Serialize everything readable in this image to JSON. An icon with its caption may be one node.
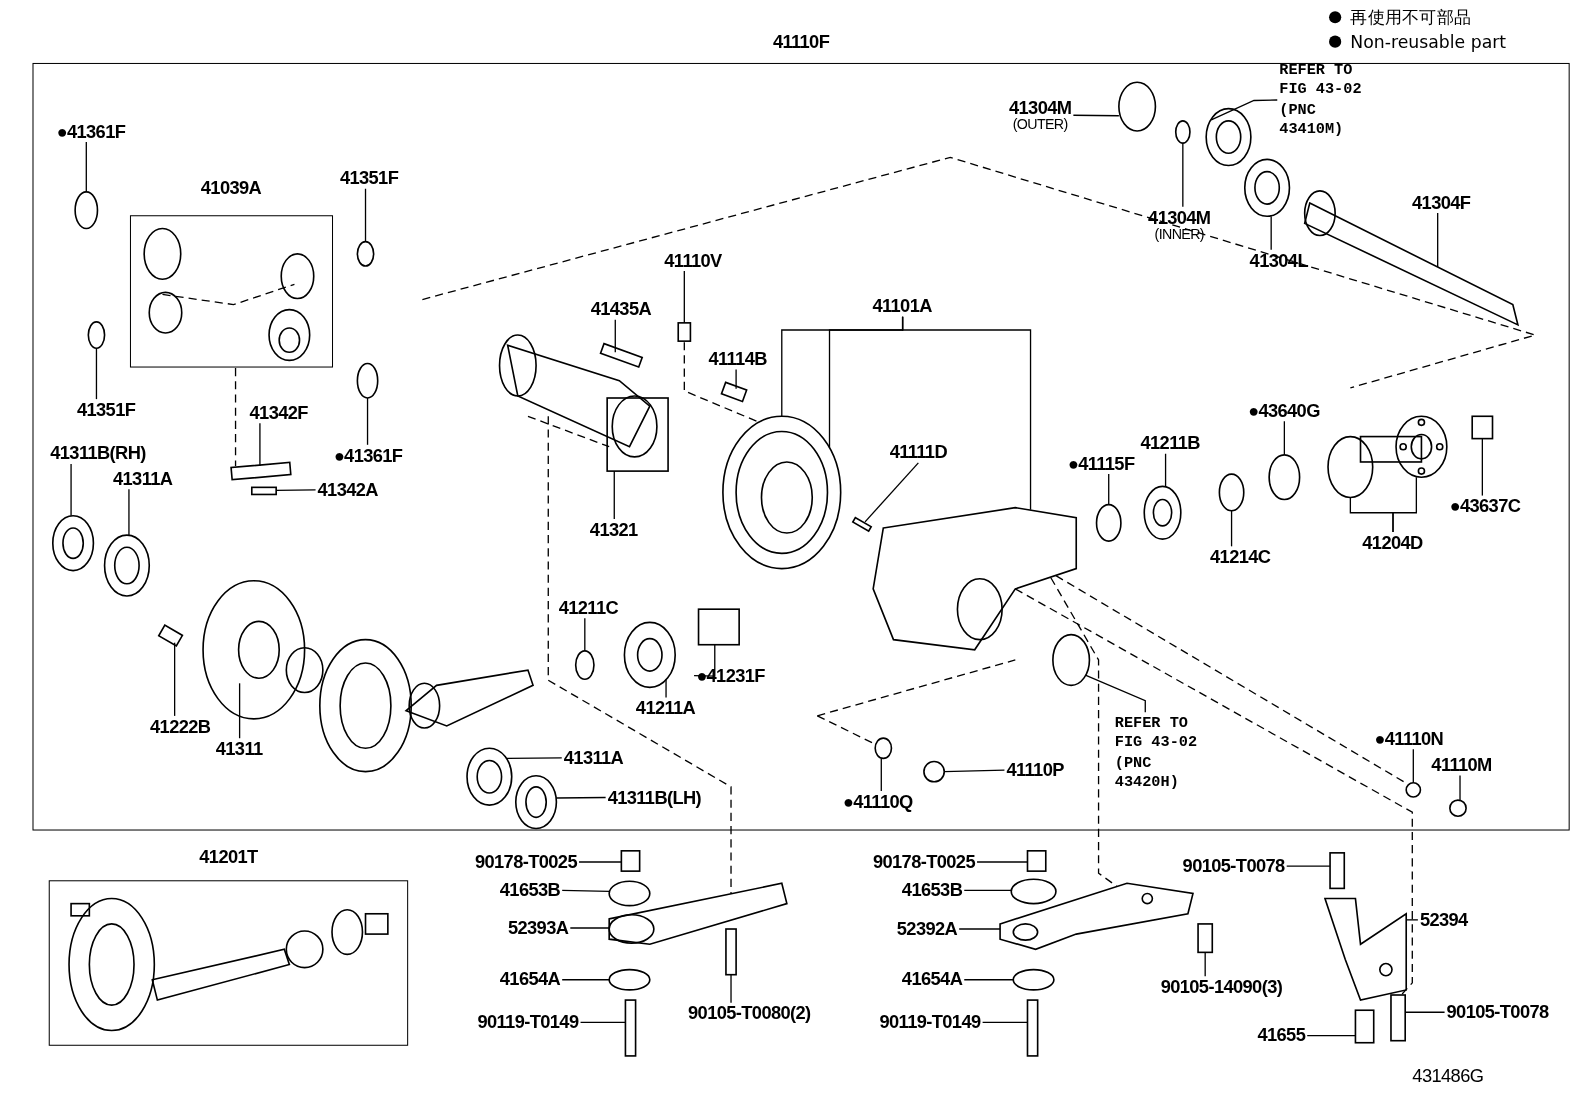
{
  "diagram": {
    "nodes": [
      {
        "text": [
          "41110F"
        ]
      },
      {
        "text": [
          "●41361F"
        ],
        "in": 0
      },
      {
        "text": [
          "41039A"
        ],
        "in": 0
      },
      {
        "text": [
          "41351F"
        ],
        "in": 0
      },
      {
        "text": [
          "41351F"
        ],
        "in": 0
      },
      {
        "text": [
          "41342F"
        ],
        "in": 0
      },
      {
        "text": [
          "●41361F"
        ],
        "in": 0
      },
      {
        "text": [
          "41311B(RH)"
        ],
        "in": 0
      },
      {
        "text": [
          "41311A"
        ],
        "in": 0
      },
      {
        "text": [
          "41342A"
        ],
        "in": 0
      },
      {
        "text": [
          "41222B"
        ],
        "in": 0
      },
      {
        "text": [
          "41311"
        ],
        "in": 0
      },
      {
        "text": [
          "41435A"
        ],
        "in": 0
      },
      {
        "text": [
          "41110V"
        ],
        "in": 0
      },
      {
        "text": [
          "41114B"
        ],
        "in": 0
      },
      {
        "text": [
          "41101A"
        ],
        "in": 0
      },
      {
        "text": [
          "41321"
        ],
        "in": 0
      },
      {
        "text": [
          "41111D"
        ],
        "in": 0
      },
      {
        "text": [
          "41304M",
          "(OUTER)"
        ],
        "in": 0
      },
      {
        "text": [
          "41304M",
          "(INNER)"
        ],
        "in": 0
      },
      {
        "text": [
          "REFER TO FIG 43-02 (PNC 43410M)"
        ],
        "in": 0
      },
      {
        "text": [
          "41304L"
        ],
        "in": 0
      },
      {
        "text": [
          "41304F"
        ],
        "in": 0
      },
      {
        "text": [
          "●43640G"
        ],
        "in": 0
      },
      {
        "text": [
          "41211B"
        ],
        "in": 0
      },
      {
        "text": [
          "●41115F"
        ],
        "in": 0
      },
      {
        "text": [
          "41214C"
        ],
        "in": 0
      },
      {
        "text": [
          "41204D"
        ],
        "in": 0
      },
      {
        "text": [
          "●43637C"
        ],
        "in": 0
      },
      {
        "text": [
          "41211C"
        ],
        "in": 0
      },
      {
        "text": [
          "●41231F"
        ],
        "in": 0
      },
      {
        "text": [
          "41211A"
        ],
        "in": 0
      },
      {
        "text": [
          "REFER TO FIG 43-02 (PNC 43420H)"
        ],
        "in": 0
      },
      {
        "text": [
          "●41110N"
        ],
        "in": 0
      },
      {
        "text": [
          "41110M"
        ],
        "in": 0
      },
      {
        "text": [
          "41110P"
        ],
        "in": 0
      },
      {
        "text": [
          "●41110Q"
        ],
        "in": 0
      },
      {
        "text": [
          "41311A"
        ],
        "in": 0
      },
      {
        "text": [
          "41311B(LH)"
        ],
        "in": 0
      },
      {
        "text": [
          "41201T"
        ]
      },
      {
        "text": [
          "90178-T0025"
        ]
      },
      {
        "text": [
          "41653B"
        ]
      },
      {
        "text": [
          "52393A"
        ]
      },
      {
        "text": [
          "41654A"
        ]
      },
      {
        "text": [
          "90119-T0149"
        ]
      },
      {
        "text": [
          "90105-T0080(2)"
        ]
      },
      {
        "text": [
          "90178-T0025"
        ]
      },
      {
        "text": [
          "41653B"
        ]
      },
      {
        "text": [
          "52392A"
        ]
      },
      {
        "text": [
          "41654A"
        ]
      },
      {
        "text": [
          "90119-T0149"
        ]
      },
      {
        "text": [
          "90105-14090(3)"
        ]
      },
      {
        "text": [
          "90105-T0078"
        ]
      },
      {
        "text": [
          "52394"
        ]
      },
      {
        "text": [
          "41655"
        ]
      },
      {
        "text": [
          "90105-T0078"
        ]
      },
      {
        "text": [],
        "shape": "circle",
        "in": 0
      },
      {
        "text": [],
        "shape": "circle",
        "in": 0
      },
      {
        "text": [],
        "shape": "circle",
        "in": 0
      },
      {
        "text": [],
        "shape": "box",
        "in": 0
      },
      {
        "text": [],
        "shape": "circle",
        "in": 0
      },
      {
        "text": [],
        "shape": "picture",
        "in": 0
      },
      {
        "text": [],
        "shape": "picture",
        "in": 0
      },
      {
        "text": [],
        "shape": "box",
        "in": 0
      },
      {
        "text": [],
        "shape": "box",
        "in": 0
      },
      {
        "text": [],
        "shape": "picture",
        "in": 0
      },
      {
        "text": [],
        "shape": "box",
        "in": 0
      },
      {
        "text": [],
        "shape": "box",
        "in": 0
      },
      {
        "text": [],
        "shape": "box",
        "in": 0
      },
      {
        "text": [],
        "shape": "picture",
        "in": 0
      },
      {
        "text": [],
        "shape": "picture",
        "in": 0
      },
      {
        "text": [],
        "shape": "box",
        "in": 0
      },
      {
        "text": [],
        "shape": "box",
        "in": 0
      },
      {
        "text": [],
        "shape": "circle",
        "in": 0
      },
      {
        "text": [],
        "shape": "circle",
        "in": 0
      },
      {
        "text": [],
        "shape": "picture",
        "in": 0
      },
      {
        "text": [],
        "shape": "picture",
        "in": 0
      },
      {
        "text": [],
        "shape": "picture",
        "in": 0
      },
      {
        "text": [],
        "shape": "circle",
        "in": 0
      },
      {
        "text": [],
        "shape": "picture",
        "in": 0
      },
      {
        "text": [],
        "shape": "circle",
        "in": 0
      },
      {
        "text": [],
        "shape": "circle",
        "in": 0
      },
      {
        "text": [],
        "shape": "circle",
        "in": 0
      },
      {
        "text": [],
        "shape": "picture",
        "in": 0
      },
      {
        "text": [],
        "shape": "box",
        "in": 0
      },
      {
        "text": [],
        "shape": "circle",
        "in": 0
      },
      {
        "text": [],
        "shape": "box",
        "in": 0
      },
      {
        "text": [],
        "shape": "picture",
        "in": 0
      },
      {
        "text": [],
        "shape": "circle",
        "in": 0
      },
      {
        "text": [],
        "shape": "circle",
        "in": 0
      },
      {
        "text": [],
        "shape": "circle",
        "in": 0
      },
      {
        "text": [],
        "shape": "circle",
        "in": 0
      },
      {
        "text": [],
        "shape": "circle",
        "in": 0
      },
      {
        "text": [],
        "shape": "picture",
        "in": 0
      },
      {
        "text": [],
        "shape": "picture",
        "in": 0
      },
      {
        "text": [],
        "shape": "box"
      },
      {
        "text": [],
        "shape": "circle"
      },
      {
        "text": [],
        "shape": "picture"
      },
      {
        "text": [],
        "shape": "circle"
      },
      {
        "text": [],
        "shape": "box"
      },
      {
        "text": [],
        "shape": "box"
      },
      {
        "text": [],
        "shape": "box"
      },
      {
        "text": [],
        "shape": "circle"
      },
      {
        "text": [],
        "shape": "picture"
      },
      {
        "text": [],
        "shape": "circle"
      },
      {
        "text": [],
        "shape": "box"
      },
      {
        "text": [],
        "shape": "box"
      },
      {
        "text": [],
        "shape": "box"
      },
      {
        "text": [],
        "shape": "picture"
      },
      {
        "text": [],
        "shape": "box"
      },
      {
        "text": [],
        "shape": "box"
      }
    ],
    "edges": [
      {
        "from": 1,
        "to": 56,
        "arrow": "none"
      },
      {
        "from": 3,
        "to": 57,
        "arrow": "none"
      },
      {
        "from": 4,
        "to": 58,
        "arrow": "none"
      },
      {
        "from": 5,
        "to": 59,
        "arrow": "none"
      },
      {
        "from": 6,
        "to": 60,
        "arrow": "none"
      },
      {
        "from": 7,
        "to": 61,
        "arrow": "none"
      },
      {
        "from": 8,
        "to": 62,
        "arrow": "none"
      },
      {
        "from": 9,
        "to": 63,
        "arrow": "none"
      },
      {
        "from": 10,
        "to": 64,
        "arrow": "none"
      },
      {
        "from": 11,
        "to": 65,
        "arrow": "none"
      },
      {
        "from": 12,
        "to": 66,
        "arrow": "none"
      },
      {
        "from": 13,
        "to": 67,
        "arrow": "none"
      },
      {
        "from": 14,
        "to": 68,
        "arrow": "none"
      },
      {
        "from": 15,
        "to": 69,
        "arrow": "none"
      },
      {
        "from": 15,
        "to": 69,
        "arrow": "none"
      },
      {
        "from": 15,
        "to": 70,
        "arrow": "none"
      },
      {
        "from": 16,
        "to": 71,
        "arrow": "none"
      },
      {
        "from": 17,
        "to": 72,
        "arrow": "none"
      },
      {
        "from": 18,
        "to": 73,
        "arrow": "none"
      },
      {
        "from": 19,
        "to": 74,
        "arrow": "none"
      },
      {
        "from": 20,
        "to": 75,
        "arrow": "none"
      },
      {
        "from": 21,
        "to": 76,
        "arrow": "none"
      },
      {
        "from": 22,
        "to": 77,
        "arrow": "none"
      },
      {
        "from": 23,
        "to": 78,
        "arrow": "none"
      },
      {
        "from": 24,
        "to": 79,
        "arrow": "none"
      },
      {
        "from": 25,
        "to": 80,
        "arrow": "none"
      },
      {
        "from": 26,
        "to": 81,
        "arrow": "none"
      },
      {
        "from": 27,
        "to": 82,
        "arrow": "none"
      },
      {
        "from": 27,
        "to": 83,
        "arrow": "none"
      },
      {
        "from": 28,
        "to": 84,
        "arrow": "none"
      },
      {
        "from": 29,
        "to": 85,
        "arrow": "none"
      },
      {
        "from": 30,
        "to": 86,
        "arrow": "none"
      },
      {
        "from": 31,
        "to": 87,
        "arrow": "none"
      },
      {
        "from": 32,
        "to": 88,
        "arrow": "none"
      },
      {
        "from": 33,
        "to": 89,
        "arrow": "none"
      },
      {
        "from": 34,
        "to": 90,
        "arrow": "none"
      },
      {
        "from": 35,
        "to": 91,
        "arrow": "none"
      },
      {
        "from": 36,
        "to": 92,
        "arrow": "none"
      },
      {
        "from": 37,
        "to": 93,
        "arrow": "none"
      },
      {
        "from": 38,
        "to": 94,
        "arrow": "none"
      },
      {
        "from": 40,
        "to": 95,
        "arrow": "none"
      },
      {
        "from": 41,
        "to": 96,
        "arrow": "none"
      },
      {
        "from": 42,
        "to": 97,
        "arrow": "none"
      },
      {
        "from": 43,
        "to": 98,
        "arrow": "none"
      },
      {
        "from": 44,
        "to": 99,
        "arrow": "none"
      },
      {
        "from": 45,
        "to": 100,
        "arrow": "none"
      },
      {
        "from": 46,
        "to": 101,
        "arrow": "none"
      },
      {
        "from": 47,
        "to": 102,
        "arrow": "none"
      },
      {
        "from": 48,
        "to": 103,
        "arrow": "none"
      },
      {
        "from": 49,
        "to": 104,
        "arrow": "none"
      },
      {
        "from": 50,
        "to": 105,
        "arrow": "none"
      },
      {
        "from": 51,
        "to": 106,
        "arrow": "none"
      },
      {
        "from": 52,
        "to": 107,
        "arrow": "none"
      },
      {
        "from": 53,
        "to": 108,
        "arrow": "none"
      },
      {
        "from": 54,
        "to": 109,
        "arrow": "none"
      },
      {
        "from": 55,
        "to": 110,
        "arrow": "none"
      },
      {
        "from": 2,
        "to": 59,
        "arrow": "none",
        "style": "dashed"
      },
      {
        "from": 67,
        "to": 69,
        "arrow": "none",
        "style": "dashed"
      },
      {
        "from": 70,
        "to": 110,
        "arrow": "none",
        "style": "dashed"
      },
      {
        "from": 70,
        "to": 89,
        "arrow": "none",
        "style": "dashed"
      },
      {
        "from": 70,
        "to": 103,
        "arrow": "none",
        "style": "dashed"
      }
    ],
    "labels": [
      "431486G"
    ],
    "legend": [
      {
        "text": "再使用不可部品"
      },
      {
        "text": "Non-reusable part"
      }
    ]
  }
}
